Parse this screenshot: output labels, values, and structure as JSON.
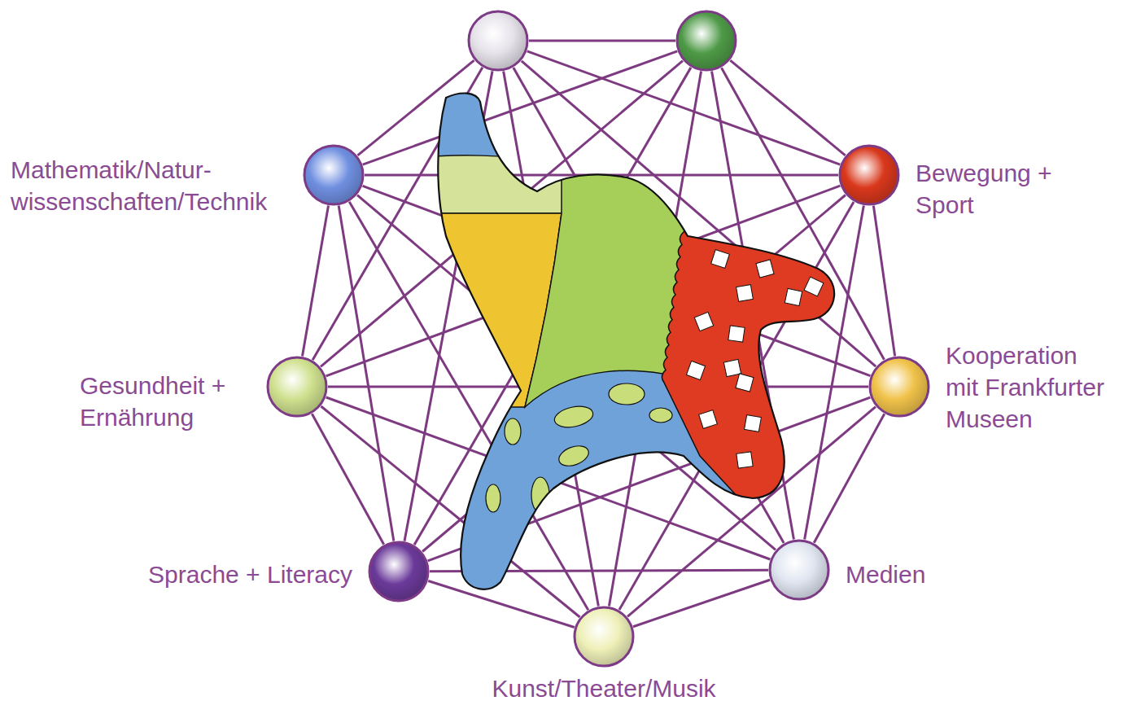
{
  "diagram": {
    "nodes": [
      {
        "text": []
      },
      {
        "text": []
      },
      {
        "text": [
          "Mathematik/Natur- wissenschaften/Technik"
        ]
      },
      {
        "text": [
          "Bewegung + Sport"
        ]
      },
      {
        "text": [
          "Gesundheit + Ernährung"
        ]
      },
      {
        "text": [
          "Kooperation mit Frankfurter Museen"
        ]
      },
      {
        "text": [
          "Sprache + Literacy"
        ]
      },
      {
        "text": [
          "Medien"
        ]
      },
      {
        "text": [
          "Kunst/Theater/Musik"
        ]
      }
    ],
    "edges": [
      {
        "from": 0,
        "to": 1,
        "arrow": "none"
      },
      {
        "from": 0,
        "to": 2,
        "arrow": "none"
      },
      {
        "from": 0,
        "to": 3,
        "arrow": "none"
      },
      {
        "from": 0,
        "to": 4,
        "arrow": "none"
      },
      {
        "from": 0,
        "to": 5,
        "arrow": "none"
      },
      {
        "from": 0,
        "to": 6,
        "arrow": "none"
      },
      {
        "from": 0,
        "to": 7,
        "arrow": "none"
      },
      {
        "from": 0,
        "to": 8,
        "arrow": "none"
      },
      {
        "from": 1,
        "to": 2,
        "arrow": "none"
      },
      {
        "from": 1,
        "to": 3,
        "arrow": "none"
      },
      {
        "from": 1,
        "to": 4,
        "arrow": "none"
      },
      {
        "from": 1,
        "to": 5,
        "arrow": "none"
      },
      {
        "from": 1,
        "to": 6,
        "arrow": "none"
      },
      {
        "from": 1,
        "to": 7,
        "arrow": "none"
      },
      {
        "from": 1,
        "to": 8,
        "arrow": "none"
      },
      {
        "from": 2,
        "to": 3,
        "arrow": "none"
      },
      {
        "from": 2,
        "to": 4,
        "arrow": "none"
      },
      {
        "from": 2,
        "to": 5,
        "arrow": "none"
      },
      {
        "from": 2,
        "to": 6,
        "arrow": "none"
      },
      {
        "from": 2,
        "to": 7,
        "arrow": "none"
      },
      {
        "from": 2,
        "to": 8,
        "arrow": "none"
      },
      {
        "from": 3,
        "to": 4,
        "arrow": "none"
      },
      {
        "from": 3,
        "to": 5,
        "arrow": "none"
      },
      {
        "from": 3,
        "to": 6,
        "arrow": "none"
      },
      {
        "from": 3,
        "to": 7,
        "arrow": "none"
      },
      {
        "from": 3,
        "to": 8,
        "arrow": "none"
      },
      {
        "from": 4,
        "to": 5,
        "arrow": "none"
      },
      {
        "from": 4,
        "to": 6,
        "arrow": "none"
      },
      {
        "from": 4,
        "to": 7,
        "arrow": "none"
      },
      {
        "from": 4,
        "to": 8,
        "arrow": "none"
      },
      {
        "from": 5,
        "to": 6,
        "arrow": "none"
      },
      {
        "from": 5,
        "to": 7,
        "arrow": "none"
      },
      {
        "from": 5,
        "to": 8,
        "arrow": "none"
      },
      {
        "from": 6,
        "to": 7,
        "arrow": "none"
      },
      {
        "from": 6,
        "to": 8,
        "arrow": "none"
      },
      {
        "from": 7,
        "to": 8,
        "arrow": "none"
      }
    ]
  }
}
